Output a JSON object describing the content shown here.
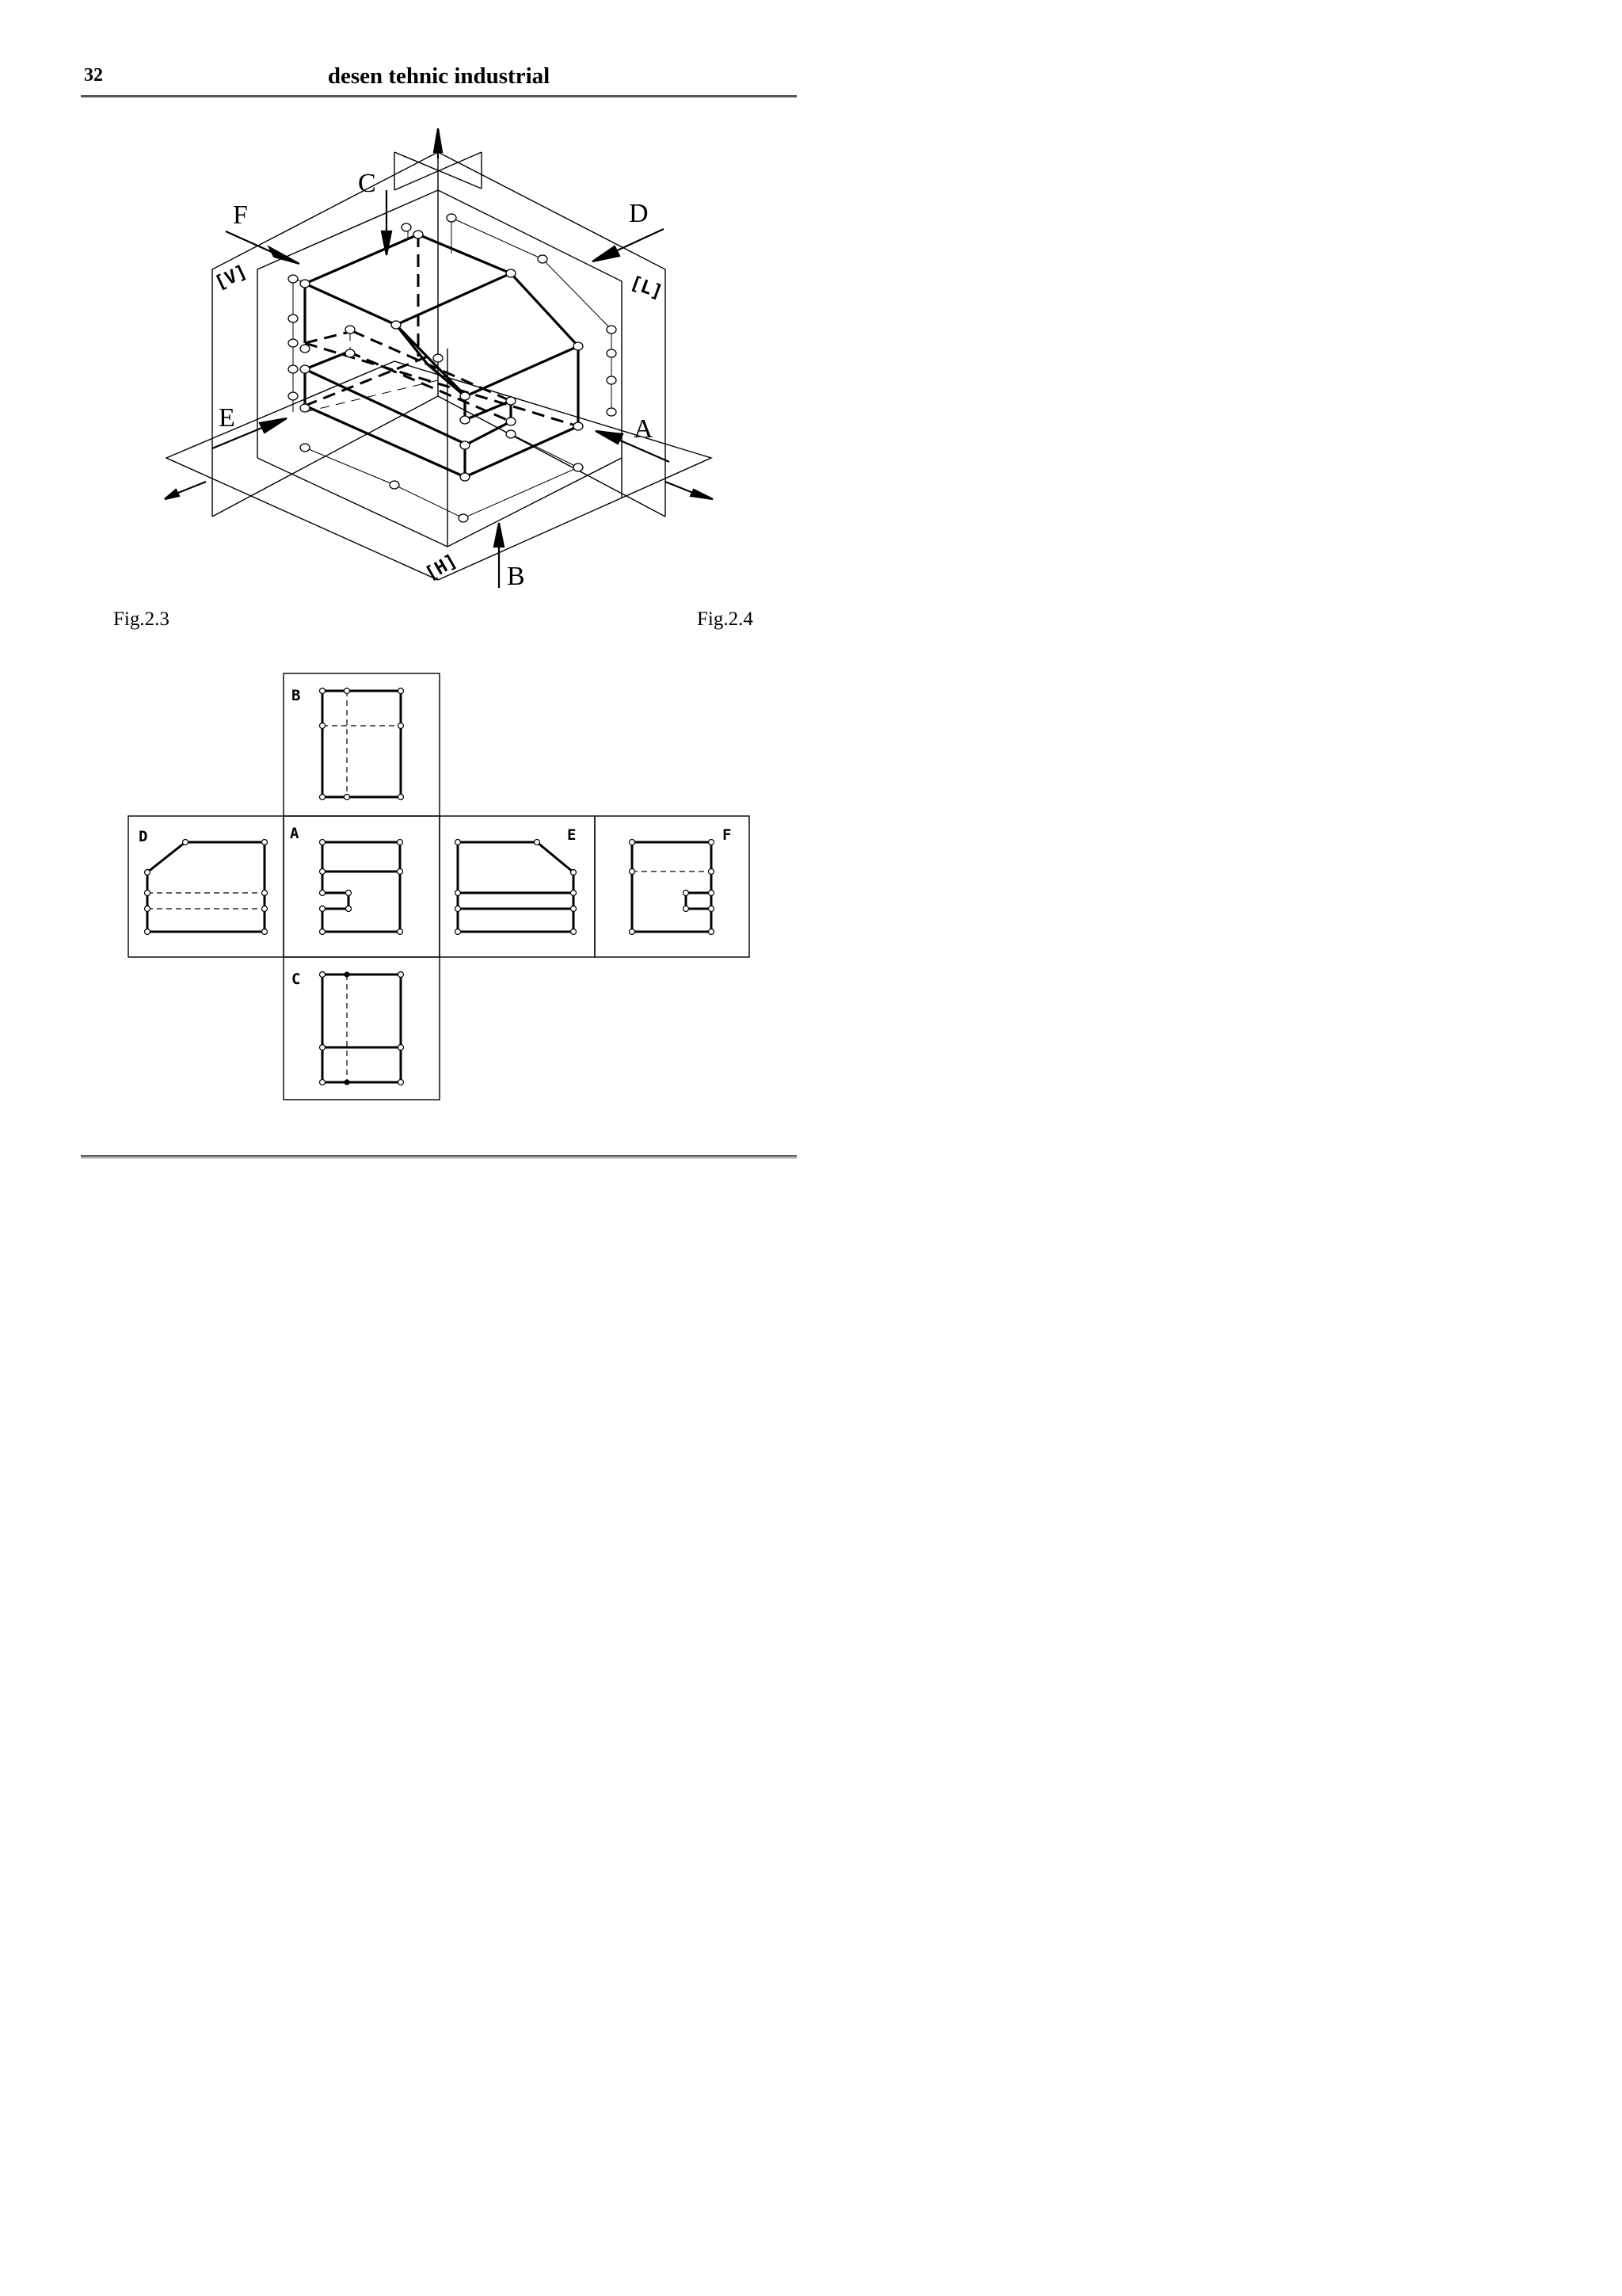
{
  "header": {
    "page_number": "32",
    "title": "desen tehnic industrial"
  },
  "isometric": {
    "view_labels": [
      "C",
      "F",
      "D",
      "E",
      "A",
      "B"
    ],
    "plane_labels": [
      "[V]",
      "[L]",
      "[H]"
    ]
  },
  "captions": {
    "left": "Fig.2.3",
    "right": "Fig.2.4"
  },
  "projections": {
    "labels": {
      "B": "B",
      "D": "D",
      "A": "A",
      "E": "E",
      "F": "F",
      "C": "C"
    }
  }
}
